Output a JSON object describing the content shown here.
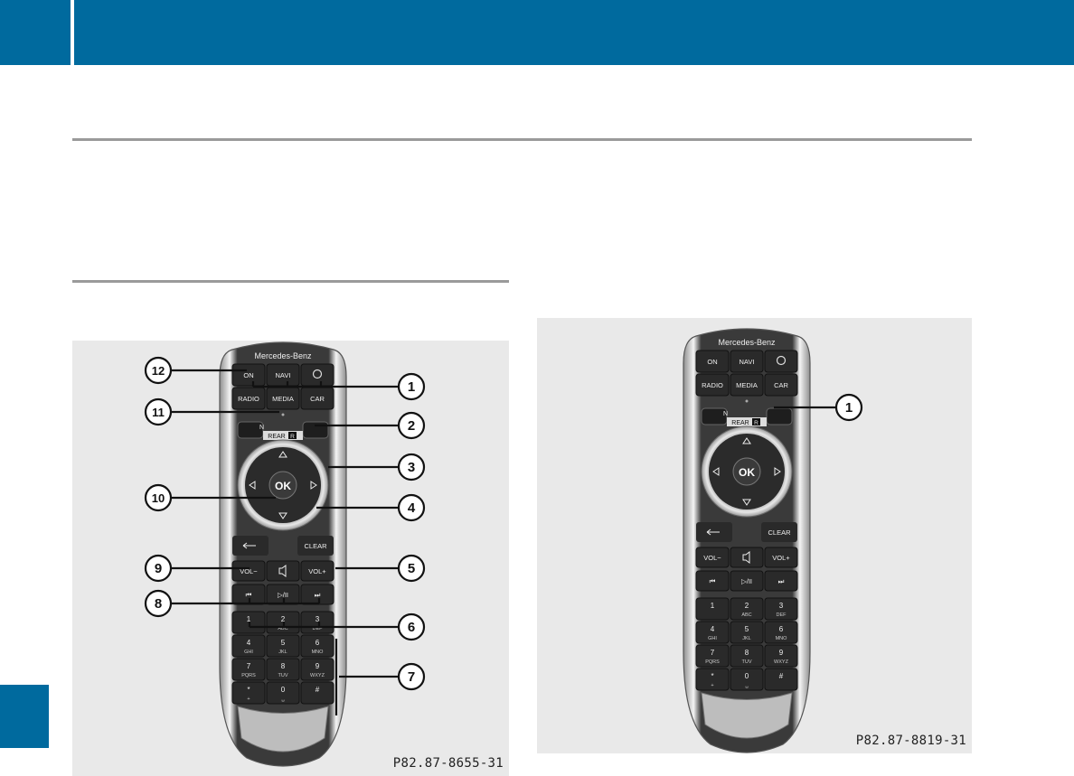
{
  "figures": [
    {
      "caption": "P82.87-8655-31",
      "callouts": [
        "1",
        "2",
        "3",
        "4",
        "5",
        "6",
        "7",
        "8",
        "9",
        "10",
        "11",
        "12"
      ]
    },
    {
      "caption": "P82.87-8819-31",
      "callouts": [
        "1"
      ]
    }
  ],
  "remote": {
    "brand": "Mercedes-Benz",
    "row1": [
      "ON",
      "NAVI",
      ""
    ],
    "row2": [
      "RADIO",
      "MEDIA",
      "CAR"
    ],
    "rear_label": "REAR",
    "rear_badge": "R",
    "rear_n": "N",
    "ok": "OK",
    "clear": "CLEAR",
    "vol_minus": "VOL−",
    "vol_plus": "VOL+",
    "prev": "⏮",
    "playpause": "▷/II",
    "next": "⏭",
    "keys": [
      {
        "num": "1",
        "sub": ""
      },
      {
        "num": "2",
        "sub": "ABC"
      },
      {
        "num": "3",
        "sub": "DEF"
      },
      {
        "num": "4",
        "sub": "GHI"
      },
      {
        "num": "5",
        "sub": "JKL"
      },
      {
        "num": "6",
        "sub": "MNO"
      },
      {
        "num": "7",
        "sub": "PQRS"
      },
      {
        "num": "8",
        "sub": "TUV"
      },
      {
        "num": "9",
        "sub": "WXYZ"
      },
      {
        "num": "*",
        "sub": "+"
      },
      {
        "num": "0",
        "sub": "␣"
      },
      {
        "num": "#",
        "sub": ""
      }
    ]
  },
  "colors": {
    "header": "#006a9e",
    "rule": "#9a9a9a",
    "figure_bg": "#e9e9e9"
  }
}
